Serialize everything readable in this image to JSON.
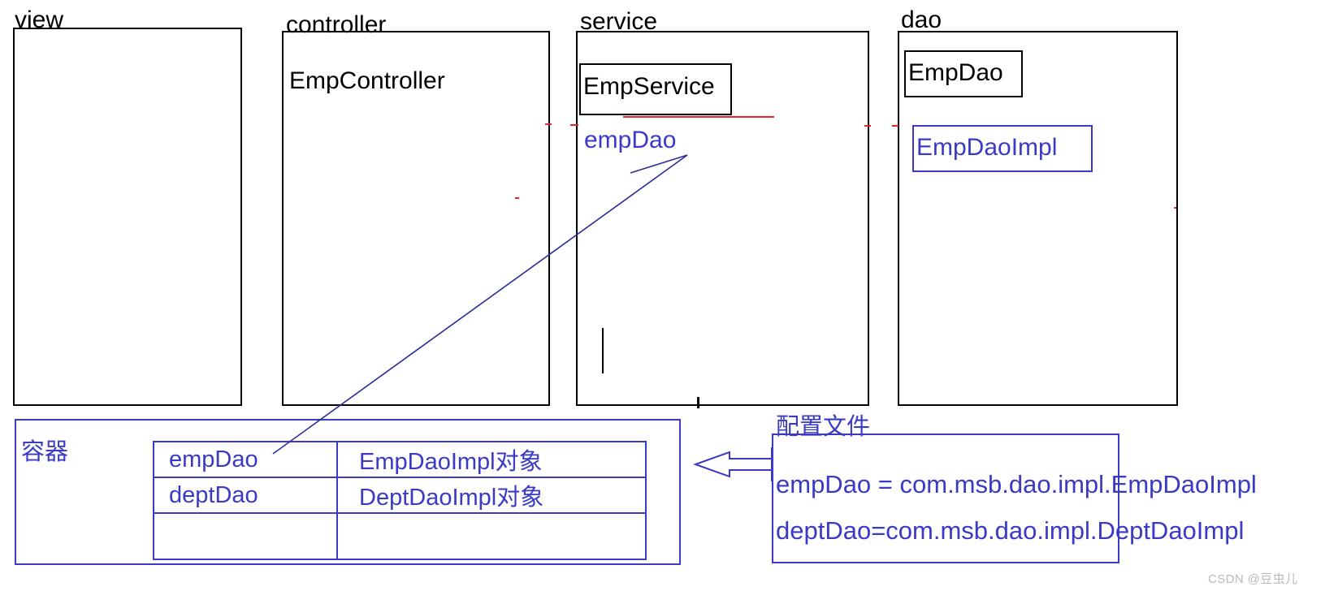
{
  "diagram": {
    "title_watermark": "CSDN @豆虫儿",
    "packages": [
      {
        "name": "view",
        "label": "view",
        "classes": []
      },
      {
        "name": "controller",
        "label": "controller",
        "classes": [
          "EmpController"
        ]
      },
      {
        "name": "service",
        "label": "service",
        "classes": [
          "EmpService"
        ],
        "field": "empDao"
      },
      {
        "name": "dao",
        "label": "dao",
        "classes": [
          "EmpDao",
          "EmpDaoImpl"
        ]
      }
    ],
    "package_labels": {
      "view": "view",
      "controller": "controller",
      "service": "service",
      "dao": "dao"
    },
    "class_labels": {
      "emp_controller": "EmpController",
      "emp_service": "EmpService",
      "emp_dao_field": "empDao",
      "emp_dao": "EmpDao",
      "emp_dao_impl": "EmpDaoImpl"
    },
    "container": {
      "label": "容器",
      "table": {
        "rows": [
          {
            "key": "empDao",
            "value": "EmpDaoImpl对象"
          },
          {
            "key": "deptDao",
            "value": "DeptDaoImpl对象"
          },
          {
            "key": "",
            "value": ""
          }
        ]
      }
    },
    "config_file": {
      "label": "配置文件",
      "lines": [
        "empDao = com.msb.dao.impl.EmpDaoImpl",
        "deptDao=com.msb.dao.impl.DeptDaoImpl"
      ]
    },
    "colors": {
      "blue": "#3a3ac4",
      "black": "#000000",
      "red": "#e8232a",
      "watermark": "#b9b9b9",
      "background": "#ffffff"
    }
  }
}
